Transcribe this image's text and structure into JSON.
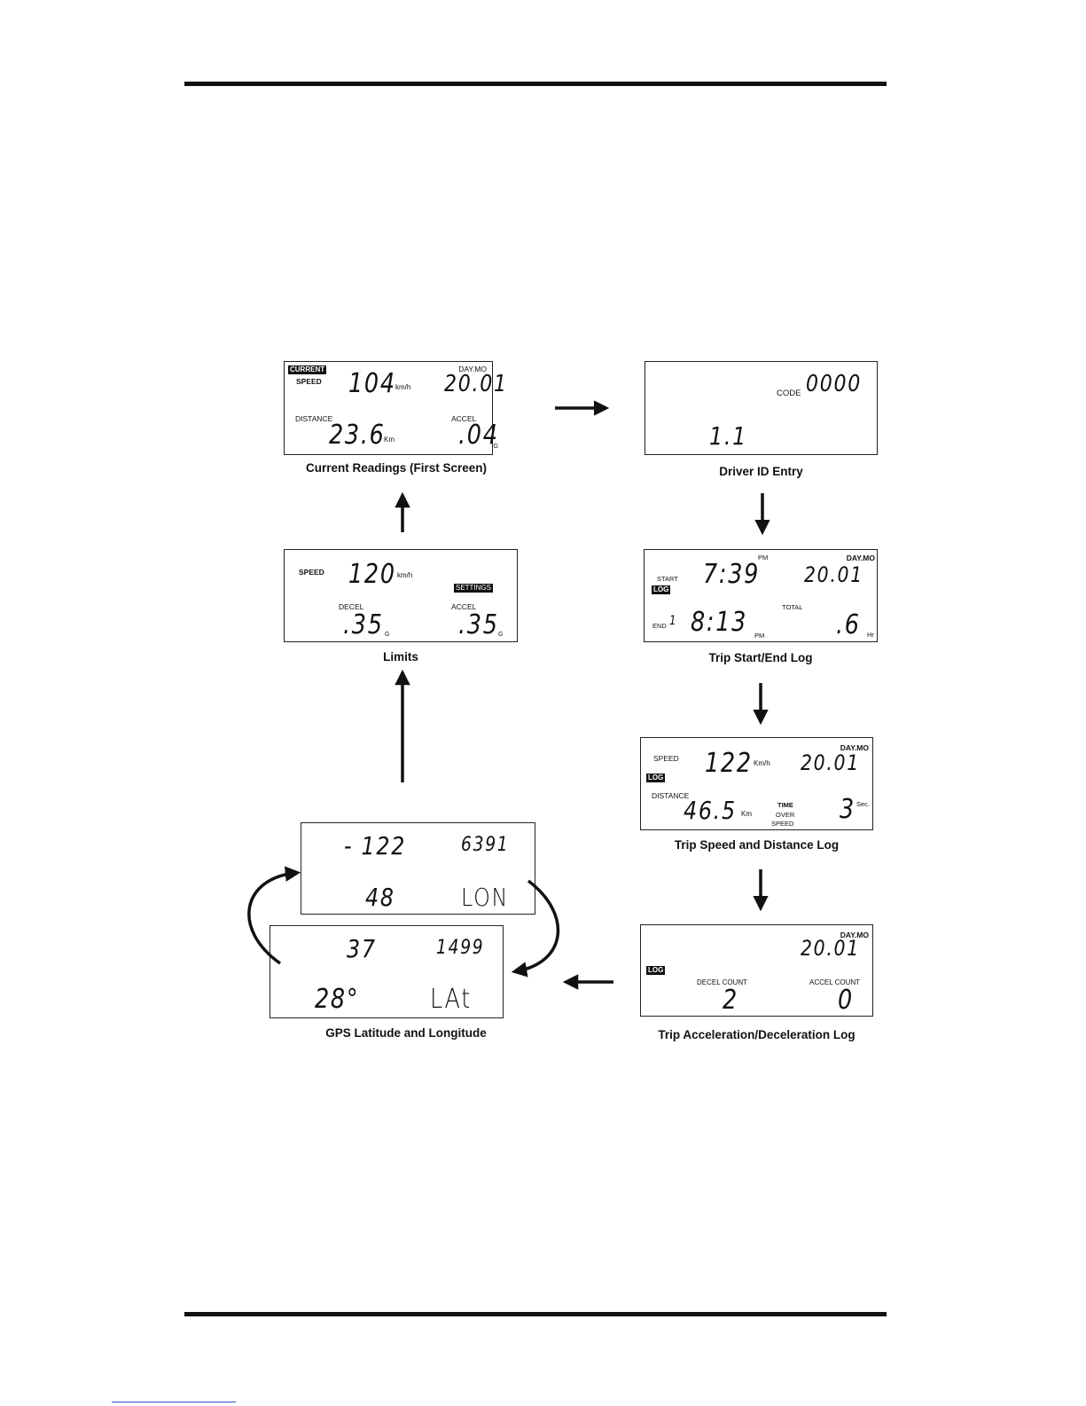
{
  "screens": {
    "current": {
      "caption": "Current Readings (First Screen)",
      "badge": "CURRENT",
      "speed_label": "SPEED",
      "speed": "104",
      "speed_unit": "km/h",
      "date_label": "DAY.MO",
      "date": "20.01",
      "distance_label": "DISTANCE",
      "distance": "23.6",
      "distance_unit": "Km",
      "accel_label": "ACCEL",
      "accel": ".04",
      "accel_unit": "G"
    },
    "driver": {
      "caption": "Driver ID Entry",
      "code_label": "CODE",
      "code": "0000",
      "value": "1.1"
    },
    "trip_log": {
      "caption": "Trip Start/End Log",
      "start_label": "START",
      "badge": "LOG",
      "start_time": "7:39",
      "start_pm": "PM",
      "date_label": "DAY.MO",
      "date": "20.01",
      "end_label": "END",
      "end_mark": "1",
      "end_time": "8:13",
      "end_pm": "PM",
      "total_label": "TOTAL",
      "total": ".6",
      "total_unit": "Hr"
    },
    "limits": {
      "caption": "Limits",
      "speed_label": "SPEED",
      "speed": "120",
      "speed_unit": "km/h",
      "badge": "SETTINGS",
      "decel_label": "DECEL",
      "decel": ".35",
      "decel_unit": "G",
      "accel_label": "ACCEL",
      "accel": ".35",
      "accel_unit": "G"
    },
    "speed_log": {
      "caption": "Trip Speed and Distance Log",
      "speed_label": "SPEED",
      "badge": "LOG",
      "speed": "122",
      "speed_unit": "Km/h",
      "date_label": "DAY.MO",
      "date": "20.01",
      "distance_label": "DISTANCE",
      "distance": "46.5",
      "distance_unit": "Km",
      "time_label": "TIME",
      "over_label": "OVER",
      "speed2_label": "SPEED",
      "seconds": "3",
      "seconds_unit": "Sec."
    },
    "gps_lon": {
      "deg": "- 122",
      "min": "6391",
      "whole": "48",
      "tag": "LON"
    },
    "gps_lat": {
      "caption": "GPS Latitude and Longitude",
      "deg": "37",
      "min": "1499",
      "whole": "28°",
      "tag": "LAt"
    },
    "accel_log": {
      "caption": "Trip Acceleration/Deceleration Log",
      "date_label": "DAY.MO",
      "date": "20.01",
      "badge": "LOG",
      "decel_label": "DECEL COUNT",
      "decel": "2",
      "accel_label": "ACCEL COUNT",
      "accel": "0"
    }
  }
}
